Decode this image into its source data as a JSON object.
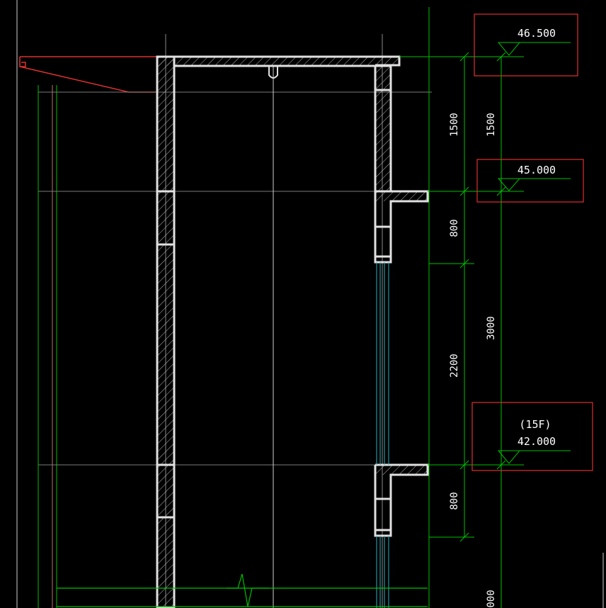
{
  "drawing": {
    "colors": {
      "background": "#000000",
      "wall": "#d9d9d9",
      "dimension": "#00c000",
      "highlight": "#e03030",
      "glass": "#30b0c0",
      "grid": "#7a7a7a",
      "text": "#ffffff"
    },
    "elevations": [
      {
        "label": "",
        "value": "46.500"
      },
      {
        "label": "",
        "value": "45.000"
      },
      {
        "label": "(15F)",
        "value": "42.000"
      }
    ],
    "dims_inner": [
      "1500",
      "800",
      "2200",
      "800"
    ],
    "dims_outer": [
      "1500",
      "3000",
      "000"
    ]
  }
}
